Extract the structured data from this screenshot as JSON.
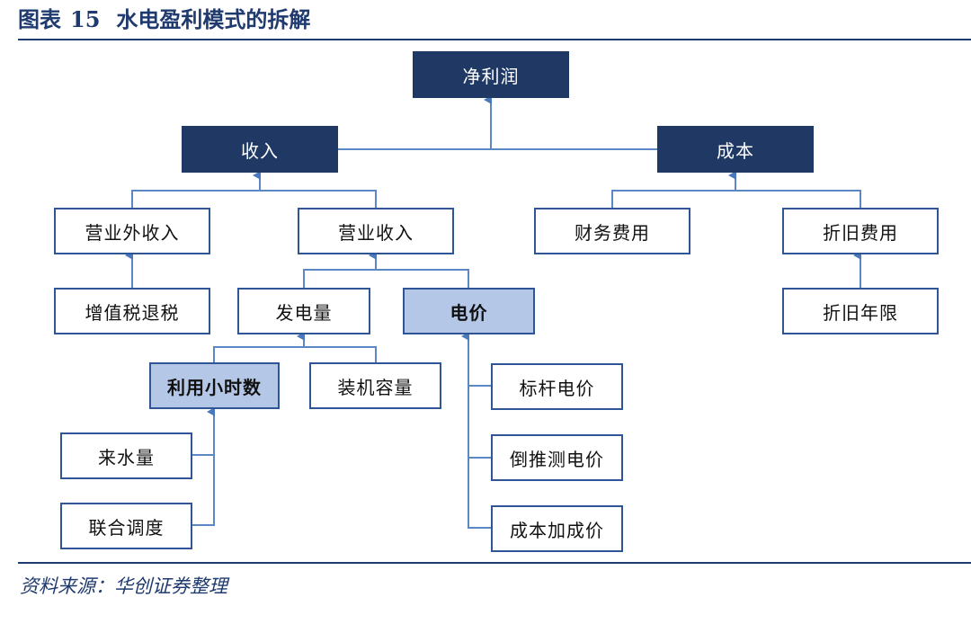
{
  "header": {
    "figure_label": "图表",
    "figure_number": "15",
    "title": "水电盈利模式的拆解"
  },
  "nodes": {
    "net_profit": "净利润",
    "revenue": "收入",
    "cost": "成本",
    "non_operating_revenue": "营业外收入",
    "operating_revenue": "营业收入",
    "financial_expense": "财务费用",
    "depreciation_expense": "折旧费用",
    "vat_refund": "增值税退税",
    "power_generation": "发电量",
    "electricity_price": "电价",
    "depreciation_period": "折旧年限",
    "utilization_hours": "利用小时数",
    "installed_capacity": "装机容量",
    "benchmark_price": "标杆电价",
    "back_calculated_price": "倒推测电价",
    "cost_plus_price": "成本加成价",
    "water_inflow": "来水量",
    "joint_dispatch": "联合调度"
  },
  "footer": {
    "source": "资料来源：华创证券整理"
  },
  "colors": {
    "dark_box": "#1f3864",
    "highlight_box": "#b4c7e7",
    "border": "#2f5597",
    "connector": "#5b87c5",
    "title_text": "#1f3a6e"
  }
}
